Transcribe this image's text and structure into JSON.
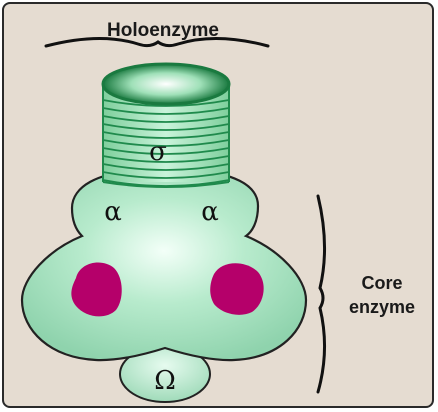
{
  "figure": {
    "holoenzyme_label": "Holoenzyme",
    "core_label_line1": "Core",
    "core_label_line2": "enzyme",
    "sigma_symbol": "σ",
    "alpha_left_symbol": "α",
    "alpha_right_symbol": "α",
    "omega_symbol": "Ω"
  },
  "colors": {
    "background": "#e5dcd1",
    "body_fill": "#a8e2c2",
    "body_light": "#eafff3",
    "sigma_band": "#1f8a4c",
    "beta_subunit": "#b5006a"
  }
}
